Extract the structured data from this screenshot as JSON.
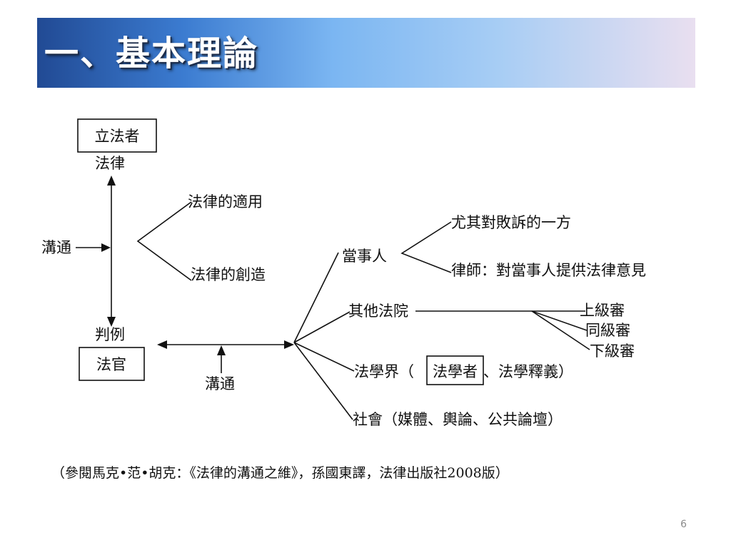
{
  "slide": {
    "title": "一、基本理論",
    "citation": "（參閱馬克•范•胡克：《法律的溝通之維》，孫國東譯，法律出版社2008版）",
    "page_number": "6"
  },
  "diagram": {
    "legislator_box": "立法者",
    "law_label": "法律",
    "communication_left": "溝通",
    "law_application": "法律的適用",
    "law_creation": "法律的創造",
    "precedent_label": "判例",
    "judge_box": "法官",
    "communication_bottom": "溝通",
    "parties": "當事人",
    "party_losing": "尤其對敗訴的一方",
    "party_lawyer": "律師：對當事人提供法律意見",
    "other_courts": "其他法院",
    "court_upper": "上級審",
    "court_same": "同級審",
    "court_lower": "下級審",
    "academia_prefix": "法學界（",
    "academia_scholars": "法學者",
    "academia_suffix": "、法學釋義）",
    "society": "社會（媒體、輿論、公共論壇）"
  },
  "colors": {
    "title_gradient_start": "#214a94",
    "title_gradient_end": "#e9dff0",
    "title_text": "#ffffff",
    "ink": "#111111"
  }
}
